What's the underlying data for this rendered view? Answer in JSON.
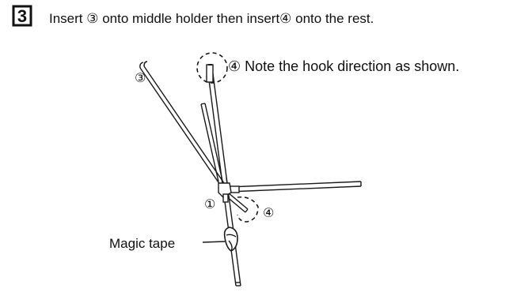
{
  "step": {
    "number": "3",
    "instruction": "Insert ③ onto middle holder then insert④ onto the rest."
  },
  "labels": {
    "pole_3": "③",
    "pole_1": "①",
    "pole_4_bottom": "④",
    "note": "④ Note the hook direction as shown.",
    "magic_tape": "Magic tape"
  },
  "colors": {
    "line": "#1a1a1a",
    "background": "#ffffff"
  }
}
